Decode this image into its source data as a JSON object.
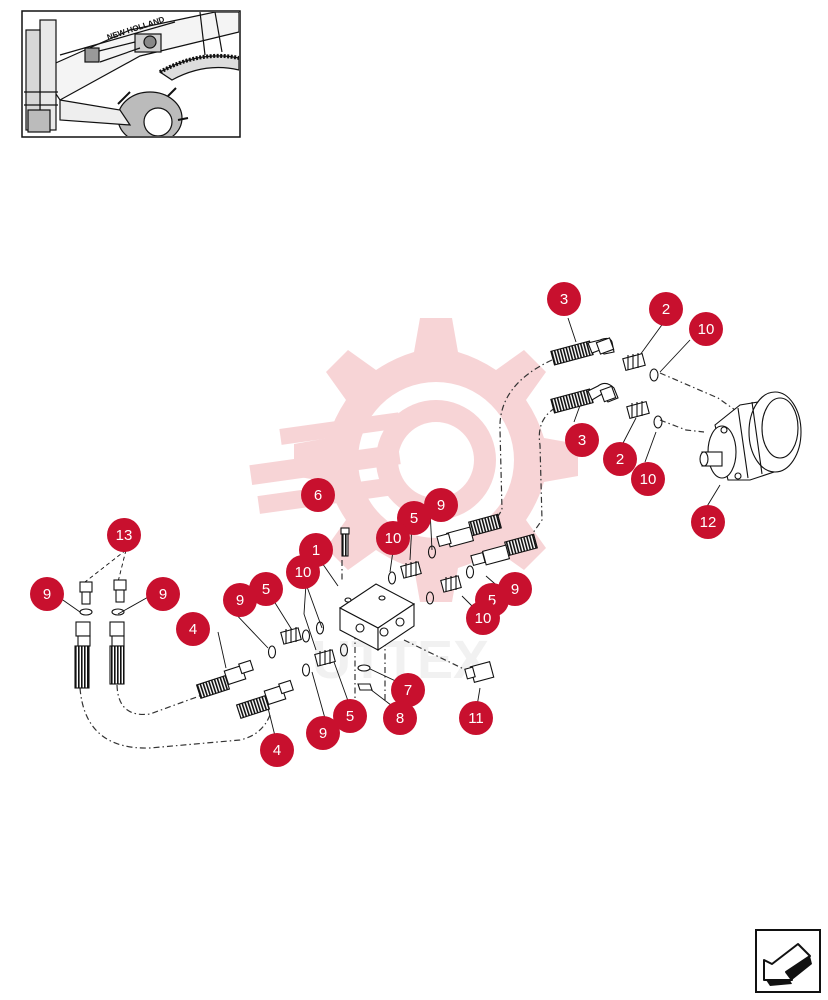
{
  "thumbnail": {
    "brand_text": "NEW HOLLAND"
  },
  "watermark": {
    "text": "UTTEX",
    "color": "#f2b8bc"
  },
  "callouts": [
    {
      "label": "1",
      "part": "valve-block"
    },
    {
      "label": "2",
      "part": "adapter-upper"
    },
    {
      "label": "2",
      "part": "adapter-lower"
    },
    {
      "label": "3",
      "part": "hose-upper"
    },
    {
      "label": "3",
      "part": "hose-lower"
    },
    {
      "label": "4",
      "part": "hose-left-upper"
    },
    {
      "label": "4",
      "part": "hose-left-lower"
    },
    {
      "label": "5",
      "part": "adapter-block-right"
    },
    {
      "label": "5",
      "part": "adapter-block-left-upper"
    },
    {
      "label": "5",
      "part": "adapter-block-left-lower"
    },
    {
      "label": "5",
      "part": "adapter-block-right-lower"
    },
    {
      "label": "6",
      "part": "bolt"
    },
    {
      "label": "7",
      "part": "washer"
    },
    {
      "label": "8",
      "part": "nut"
    },
    {
      "label": "9",
      "part": "oring-top-right"
    },
    {
      "label": "9",
      "part": "oring-right-lower"
    },
    {
      "label": "9",
      "part": "oring-left-block"
    },
    {
      "label": "9",
      "part": "oring-left-lower"
    },
    {
      "label": "9",
      "part": "oring-far-left"
    },
    {
      "label": "9",
      "part": "oring-left-2"
    },
    {
      "label": "10",
      "part": "seal-motor-upper"
    },
    {
      "label": "10",
      "part": "seal-motor-lower"
    },
    {
      "label": "10",
      "part": "seal-block-top"
    },
    {
      "label": "10",
      "part": "seal-block-left"
    },
    {
      "label": "10",
      "part": "seal-block-right"
    },
    {
      "label": "11",
      "part": "plug"
    },
    {
      "label": "12",
      "part": "motor"
    },
    {
      "label": "13",
      "part": "fittings"
    }
  ],
  "colors": {
    "callout_fill": "#c8102e",
    "line": "#111111",
    "dash": "#333333"
  },
  "nav": {
    "icon": "next-page-arrow-icon"
  }
}
